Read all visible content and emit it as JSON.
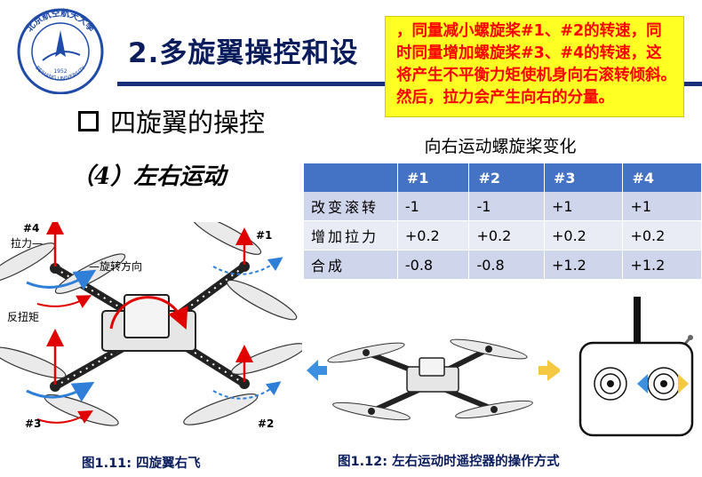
{
  "header": {
    "logo_text_top": "北京航空航天大學",
    "logo_text_bottom": "BEIHANG UNIVERSITY",
    "logo_year": "1952",
    "title": "2.多旋翼操控和设"
  },
  "callout": {
    "text": "，同量减小螺旋桨#1、#2的转速，同时同量增加螺旋桨#3、#4的转速，这将产生不平衡力矩使机身向右滚转倾斜。然后，拉力会产生向右的分量。"
  },
  "section_heading": "四旋翼的操控",
  "sub_heading": "（4）左右运动",
  "table": {
    "caption": "向右运动螺旋桨变化",
    "headers": [
      "",
      "#1",
      "#2",
      "#3",
      "#4"
    ],
    "rows": [
      [
        "改变滚转",
        "-1",
        "-1",
        "+1",
        "+1"
      ],
      [
        "增加拉力",
        "+0.2",
        "+0.2",
        "+0.2",
        "+0.2"
      ],
      [
        "合成",
        "-0.8",
        "-0.8",
        "+1.2",
        "+1.2"
      ]
    ]
  },
  "figure1": {
    "markers": [
      "#4",
      "#1",
      "#3",
      "#2"
    ],
    "label_thrust": "拉力—",
    "label_rotation": "—旋转方向",
    "label_reaction": "反扭矩",
    "caption": "图1.11: 四旋翼右飞"
  },
  "figure2": {
    "caption": "图1.12: 左右运动时遥控器的操作方式"
  },
  "colors": {
    "title": "#0a1c5c",
    "rule": "#1a2f7a",
    "callout_bg": "#ffff24",
    "callout_text": "#ff0000",
    "table_header": "#4472c4",
    "table_row_dark": "#cfd5ea",
    "table_row_light": "#e9ebf5",
    "arrow_red": "#e00000",
    "arrow_blue": "#2f7fd8",
    "arrow_yellow": "#f5c842"
  }
}
